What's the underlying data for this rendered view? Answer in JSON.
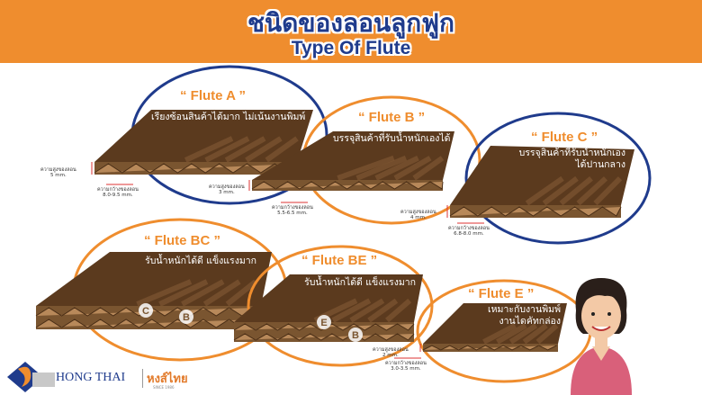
{
  "header": {
    "title_th": "ชนิดของลอนลูกฟูก",
    "title_en": "Type Of Flute"
  },
  "colors": {
    "orange": "#ef8d2e",
    "navy": "#1f3b8c",
    "board_top": "#5b3a1e",
    "board_flute": "#a4794a"
  },
  "height_label": "ความสูงของลอน",
  "width_label": "ความกว้างของลอน",
  "flutes": [
    {
      "name": "“ Flute A ”",
      "caption": "เรียงซ้อนสินค้าได้มาก ไม่เน้นงานพิมพ์",
      "height": "5 mm.",
      "width": "8.0-9.5 mm."
    },
    {
      "name": "“ Flute B ”",
      "caption": "บรรจุสินค้าที่รับน้ำหนักเองได้",
      "height": "3 mm.",
      "width": "5.5-6.5 mm."
    },
    {
      "name": "“ Flute C ”",
      "caption": "บรรจุสินค้าที่รับน้ำหนักเอง\nได้ปานกลาง",
      "height": "4 mm.",
      "width": "6.8-8.0 mm."
    },
    {
      "name": "“ Flute BC ”",
      "caption": "รับน้ำหนักได้ดี แข็งแรงมาก",
      "badges": [
        "C",
        "B"
      ]
    },
    {
      "name": "“ Flute BE ”",
      "caption": "รับน้ำหนักได้ดี แข็งแรงมาก",
      "badges": [
        "E",
        "B"
      ]
    },
    {
      "name": "“ Flute E ”",
      "caption": "เหมาะกับงานพิมพ์\nงานไดคัทกล่อง",
      "height": "2 mm.",
      "width": "3.0-3.5 mm."
    }
  ],
  "logo": {
    "name_en": "HONG THAI",
    "name_th": "หงส์ไทย",
    "since": "SINCE 1986"
  }
}
